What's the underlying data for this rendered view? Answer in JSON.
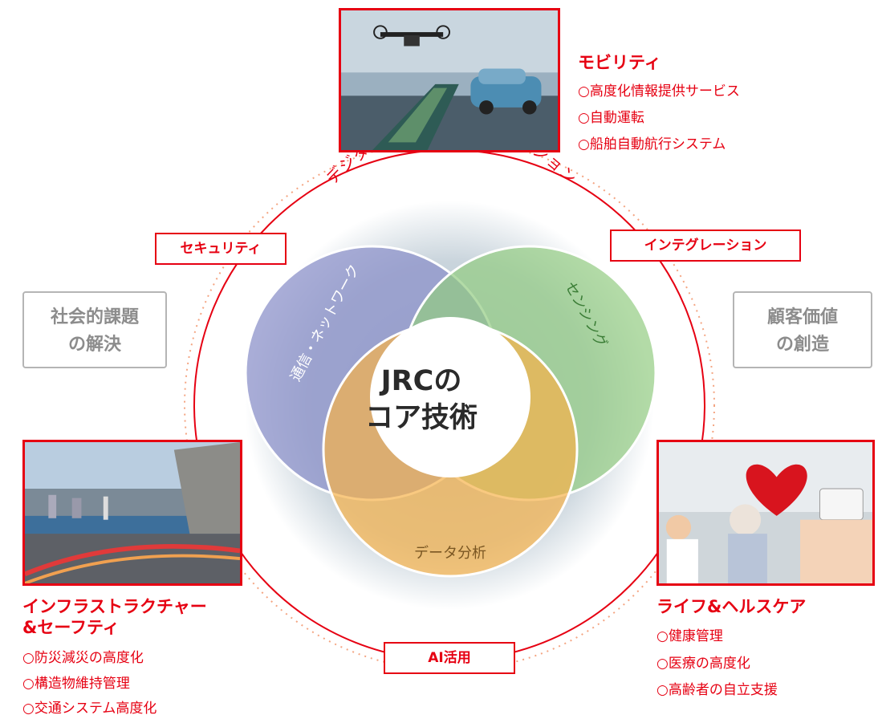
{
  "colors": {
    "accent": "#e60012",
    "blue": "#8c92c9",
    "green": "#9fcf8d",
    "orange": "#f6c26a",
    "gray_label": "#8c8c8c"
  },
  "dx_label": "デジタルトランスフォーメーション",
  "tags": {
    "security": "セキュリティ",
    "integration": "インテグレーション",
    "ai": "AI活用"
  },
  "side_boxes": {
    "left": [
      "社会的課題",
      "の解決"
    ],
    "right": [
      "顧客価値",
      "の創造"
    ]
  },
  "circles": {
    "comm": "通信・ネットワーク",
    "sensing": "センシング",
    "data": "データ分析"
  },
  "center": [
    "JRCの",
    "コア技術"
  ],
  "mobility": {
    "title": "モビリティ",
    "items": [
      "高度化情報提供サービス",
      "自動運転",
      "船舶自動航行システム"
    ],
    "photo_icon": "drone-ship-car-photo"
  },
  "infra": {
    "title": [
      "インフラストラクチャー",
      "&セーフティ"
    ],
    "items": [
      "防災減災の高度化",
      "構造物維持管理",
      "交通システム高度化"
    ],
    "photo_icon": "city-highway-photo"
  },
  "life": {
    "title": "ライフ&ヘルスケア",
    "items": [
      "健康管理",
      "医療の高度化",
      "高齢者の自立支援"
    ],
    "photo_icon": "heart-healthcare-photo"
  }
}
